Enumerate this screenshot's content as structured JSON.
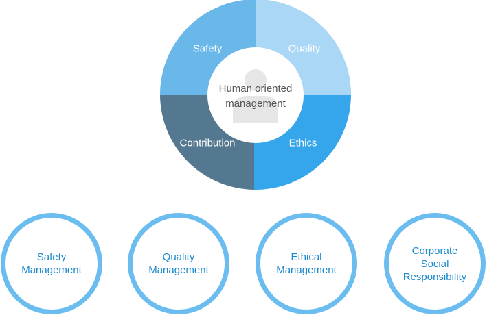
{
  "center": {
    "line1": "Human oriented",
    "line2": "management",
    "icon": "person-icon"
  },
  "segments": [
    {
      "label": "Safety",
      "color": "#6ab8ea"
    },
    {
      "label": "Quality",
      "color": "#aad7f5"
    },
    {
      "label": "Ethics",
      "color": "#36a6ec"
    },
    {
      "label": "Contribution",
      "color": "#557891"
    }
  ],
  "pillars": [
    {
      "line1": "Safety",
      "line2": "Management"
    },
    {
      "line1": "Quality",
      "line2": "Management"
    },
    {
      "line1": "Ethical",
      "line2": "Management"
    },
    {
      "line1": "Corporate",
      "line2": "Social",
      "line3": "Responsibility"
    }
  ]
}
